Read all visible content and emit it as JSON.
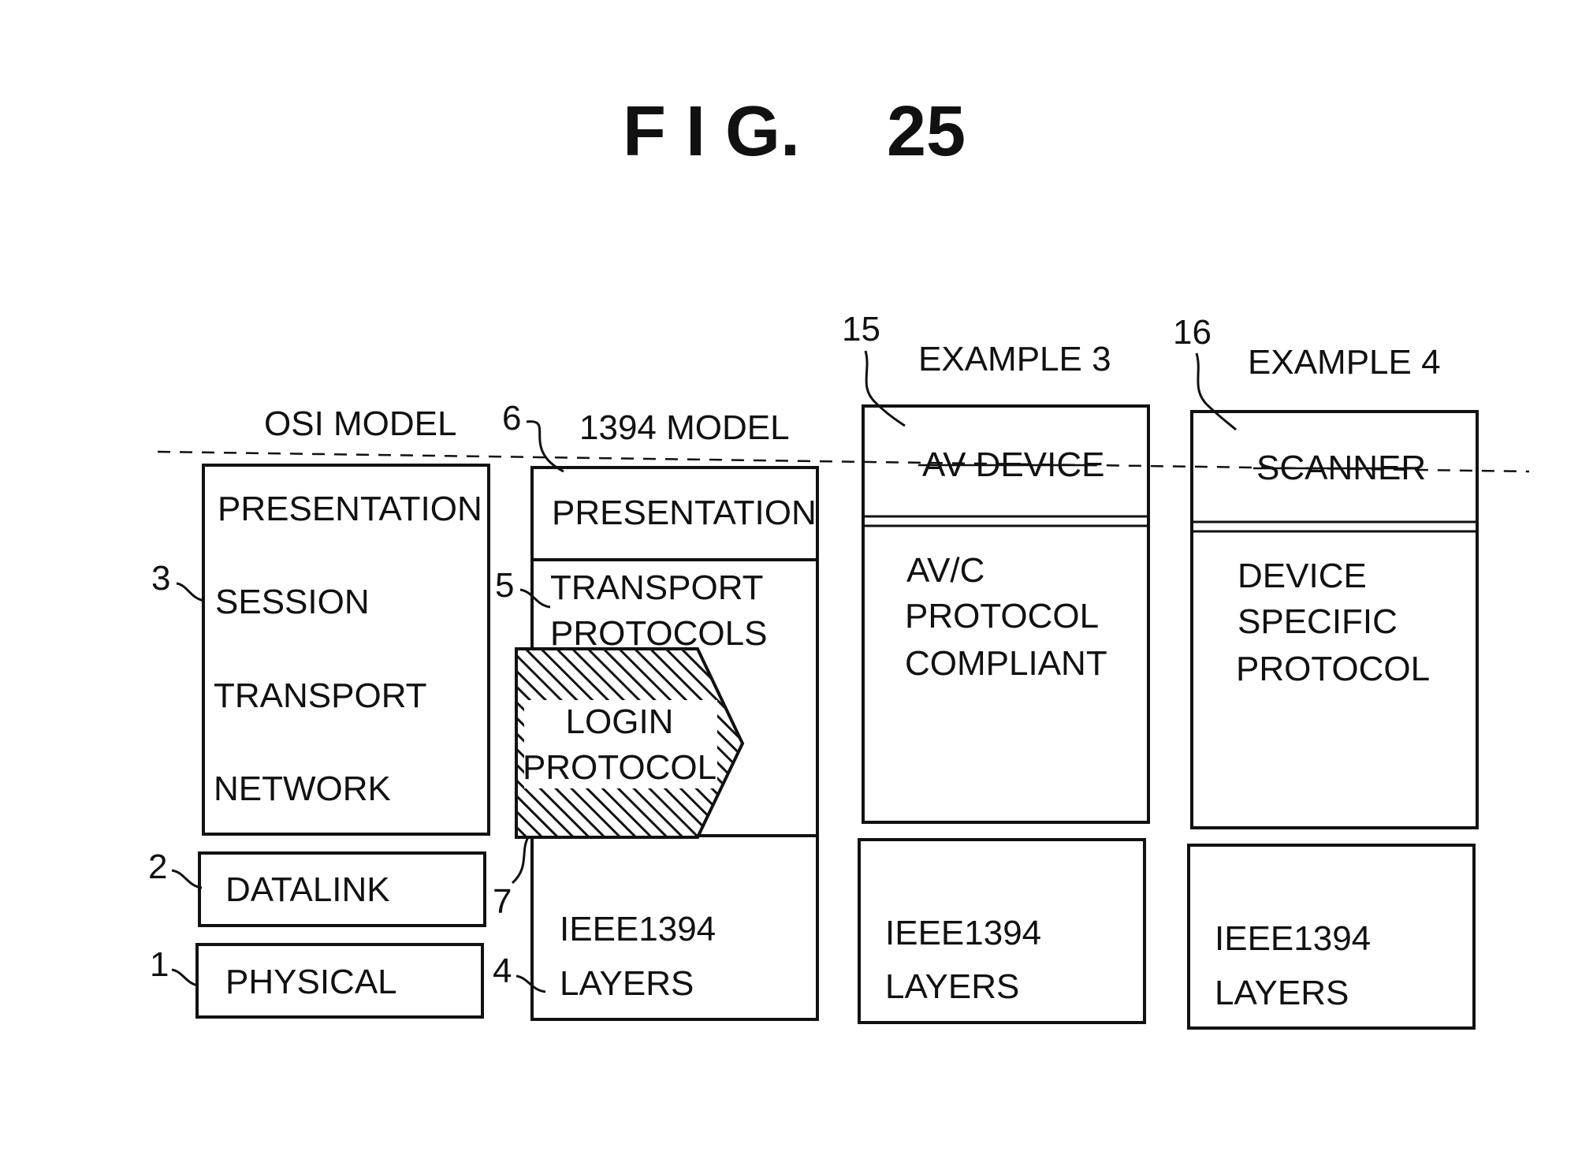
{
  "figure": {
    "title_prefix": "F I G.",
    "title_number": "25"
  },
  "osi_model": {
    "heading": "OSI MODEL",
    "upper_layers": [
      "PRESENTATION",
      "SESSION",
      "TRANSPORT",
      "NETWORK"
    ],
    "datalink": "DATALINK",
    "physical": "PHYSICAL"
  },
  "model_1394": {
    "heading": "1394 MODEL",
    "presentation": "PRESENTATION",
    "transport_lines": [
      "TRANSPORT",
      "PROTOCOLS"
    ],
    "login_lines": [
      "LOGIN",
      "PROTOCOL"
    ],
    "ieee_lines": [
      "IEEE1394",
      "LAYERS"
    ]
  },
  "example_3": {
    "heading": "EXAMPLE 3",
    "device": "AV DEVICE",
    "protocol_lines": [
      "AV/C",
      "PROTOCOL",
      "COMPLIANT"
    ],
    "ieee_lines": [
      "IEEE1394",
      "LAYERS"
    ]
  },
  "example_4": {
    "heading": "EXAMPLE 4",
    "device": "SCANNER",
    "protocol_lines": [
      "DEVICE",
      "SPECIFIC",
      "PROTOCOL"
    ],
    "ieee_lines": [
      "IEEE1394",
      "LAYERS"
    ]
  },
  "reference_numerals": {
    "n1": "1",
    "n2": "2",
    "n3": "3",
    "n4": "4",
    "n5": "5",
    "n6": "6",
    "n7": "7",
    "n15": "15",
    "n16": "16"
  }
}
